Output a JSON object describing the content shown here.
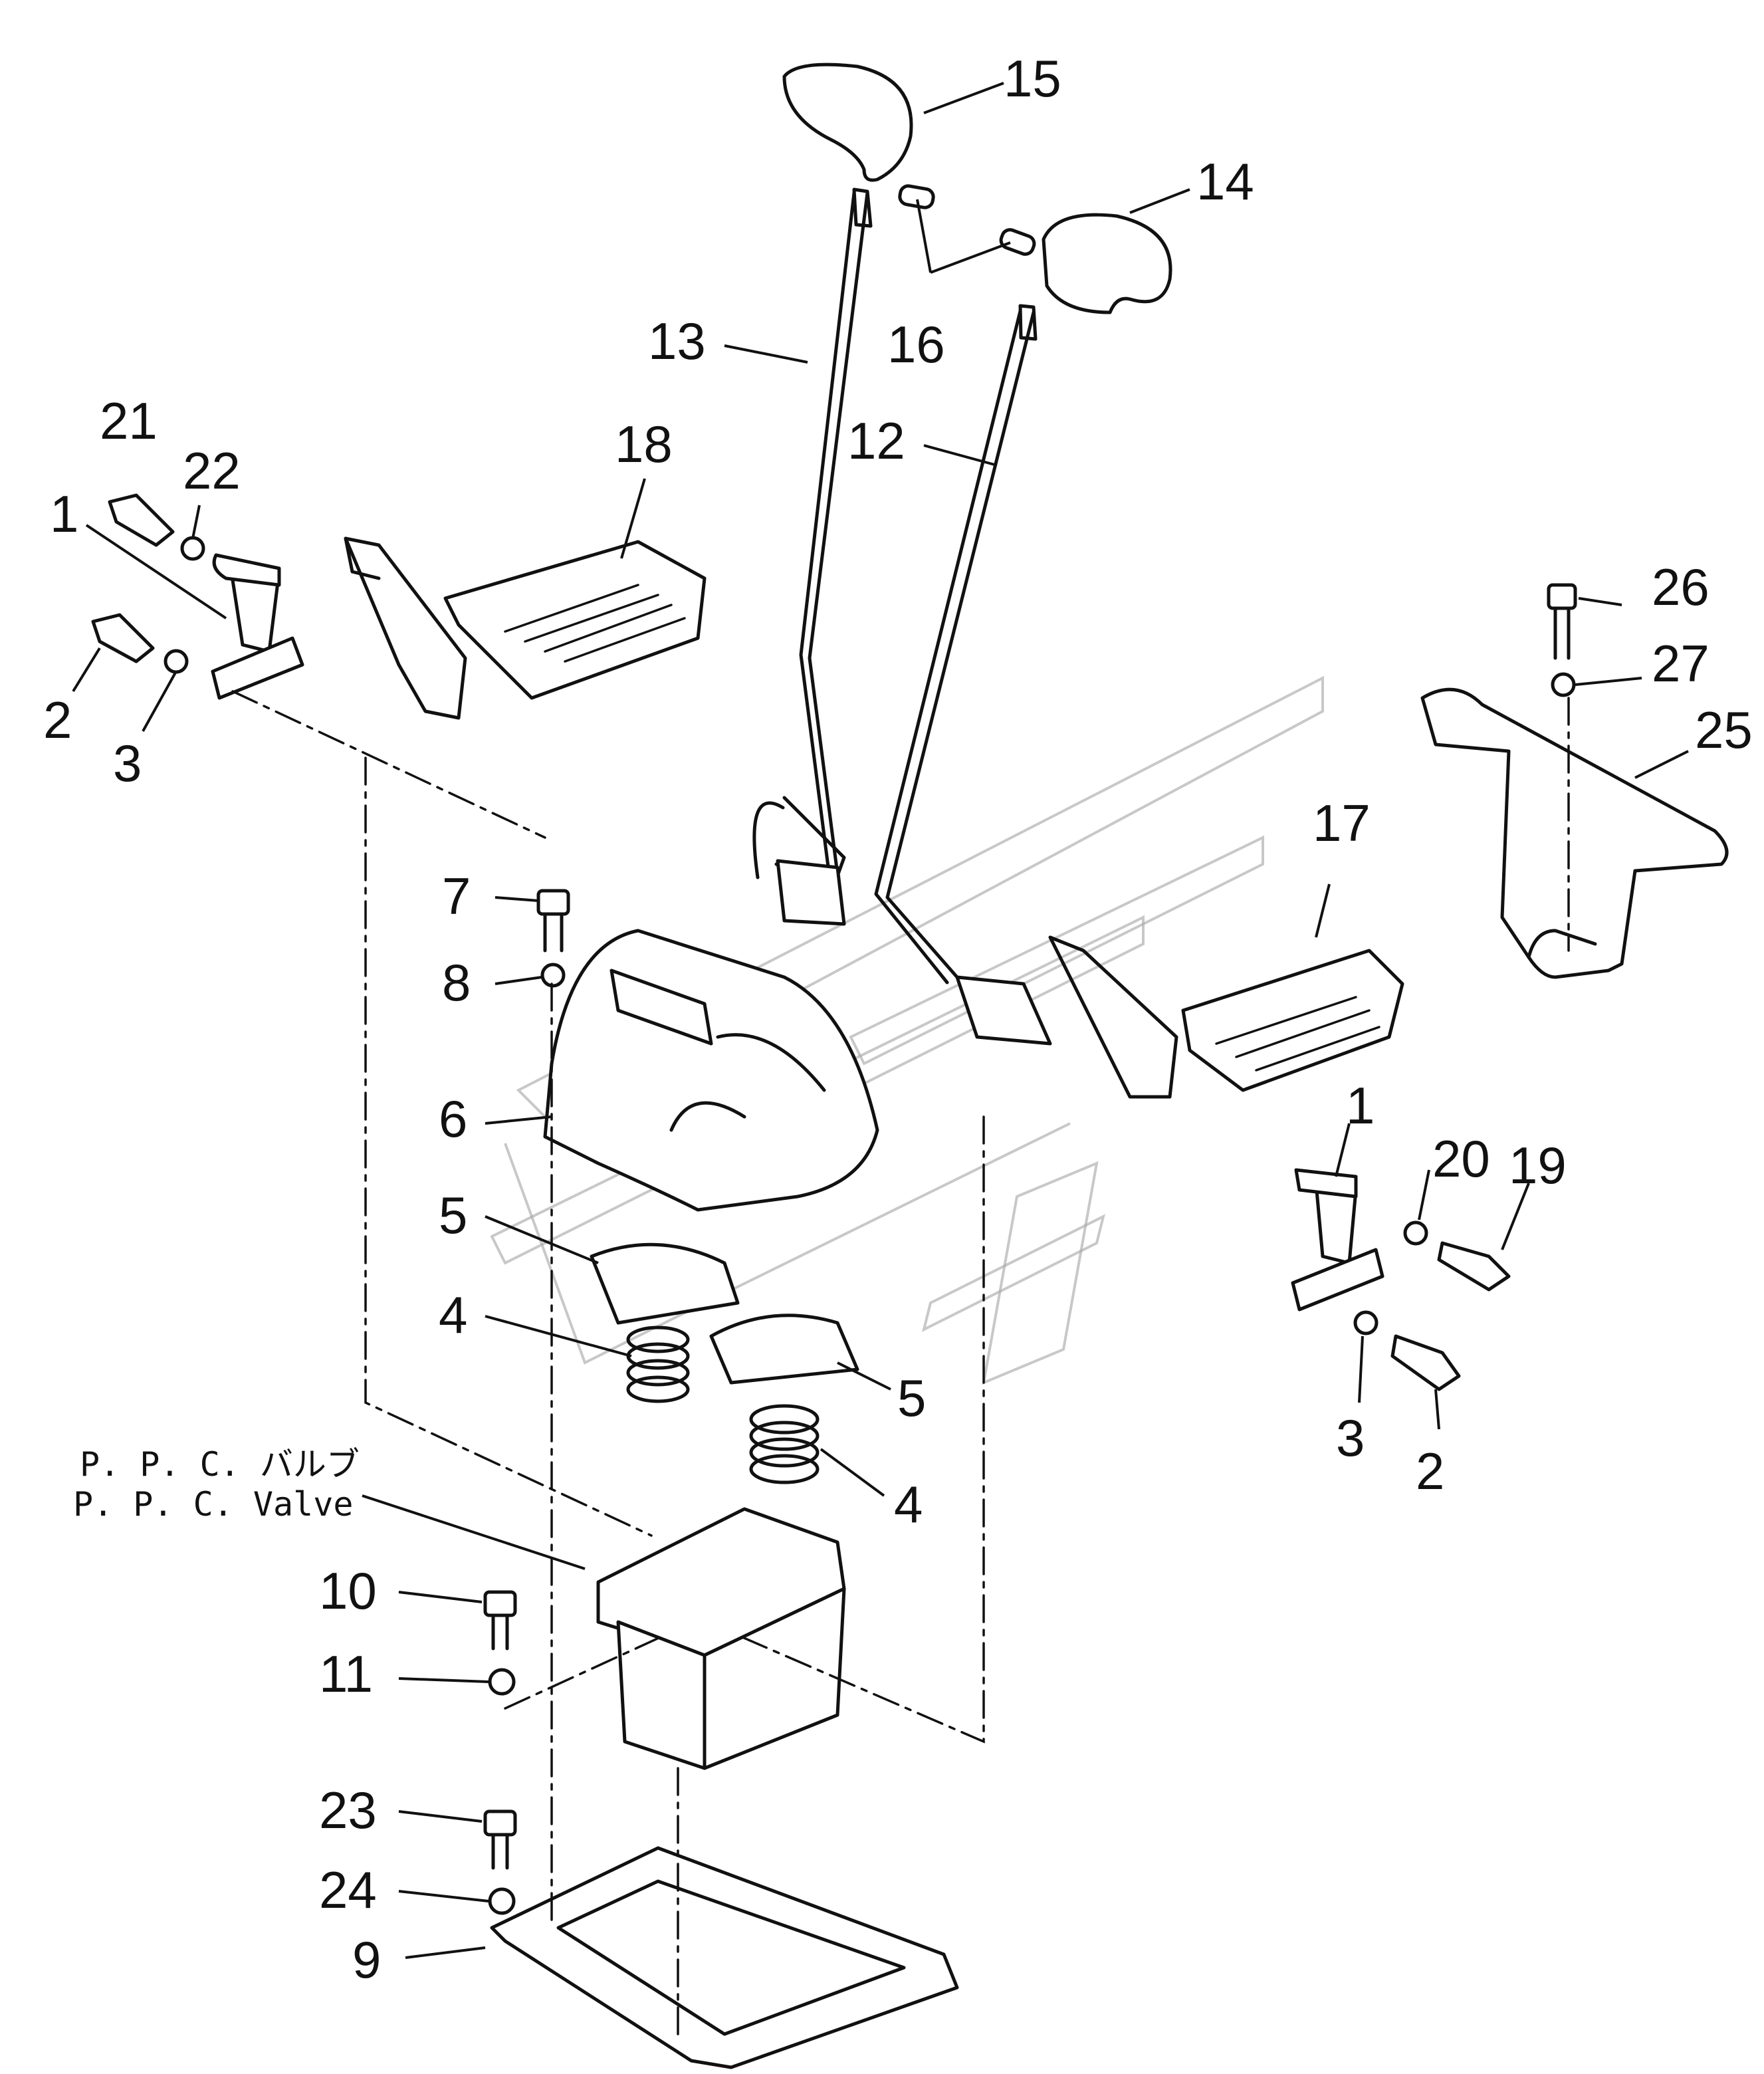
{
  "callouts": [
    {
      "id": "c15",
      "label": "15"
    },
    {
      "id": "c14",
      "label": "14"
    },
    {
      "id": "c16",
      "label": "16"
    },
    {
      "id": "c13",
      "label": "13"
    },
    {
      "id": "c12",
      "label": "12"
    },
    {
      "id": "c18",
      "label": "18"
    },
    {
      "id": "c21",
      "label": "21"
    },
    {
      "id": "c22",
      "label": "22"
    },
    {
      "id": "c1a",
      "label": "1"
    },
    {
      "id": "c2a",
      "label": "2"
    },
    {
      "id": "c3a",
      "label": "3"
    },
    {
      "id": "c26",
      "label": "26"
    },
    {
      "id": "c27",
      "label": "27"
    },
    {
      "id": "c25",
      "label": "25"
    },
    {
      "id": "c17",
      "label": "17"
    },
    {
      "id": "c7",
      "label": "7"
    },
    {
      "id": "c8",
      "label": "8"
    },
    {
      "id": "c6",
      "label": "6"
    },
    {
      "id": "c5a",
      "label": "5"
    },
    {
      "id": "c4a",
      "label": "4"
    },
    {
      "id": "c5b",
      "label": "5"
    },
    {
      "id": "c4b",
      "label": "4"
    },
    {
      "id": "c1b",
      "label": "1"
    },
    {
      "id": "c20",
      "label": "20"
    },
    {
      "id": "c19",
      "label": "19"
    },
    {
      "id": "c3b",
      "label": "3"
    },
    {
      "id": "c2b",
      "label": "2"
    },
    {
      "id": "c10",
      "label": "10"
    },
    {
      "id": "c11",
      "label": "11"
    },
    {
      "id": "c23",
      "label": "23"
    },
    {
      "id": "c24",
      "label": "24"
    },
    {
      "id": "c9",
      "label": "9"
    }
  ],
  "notes": {
    "ppc_jp": "P. P. C. バルブ",
    "ppc_en": "P. P. C.  Valve"
  }
}
